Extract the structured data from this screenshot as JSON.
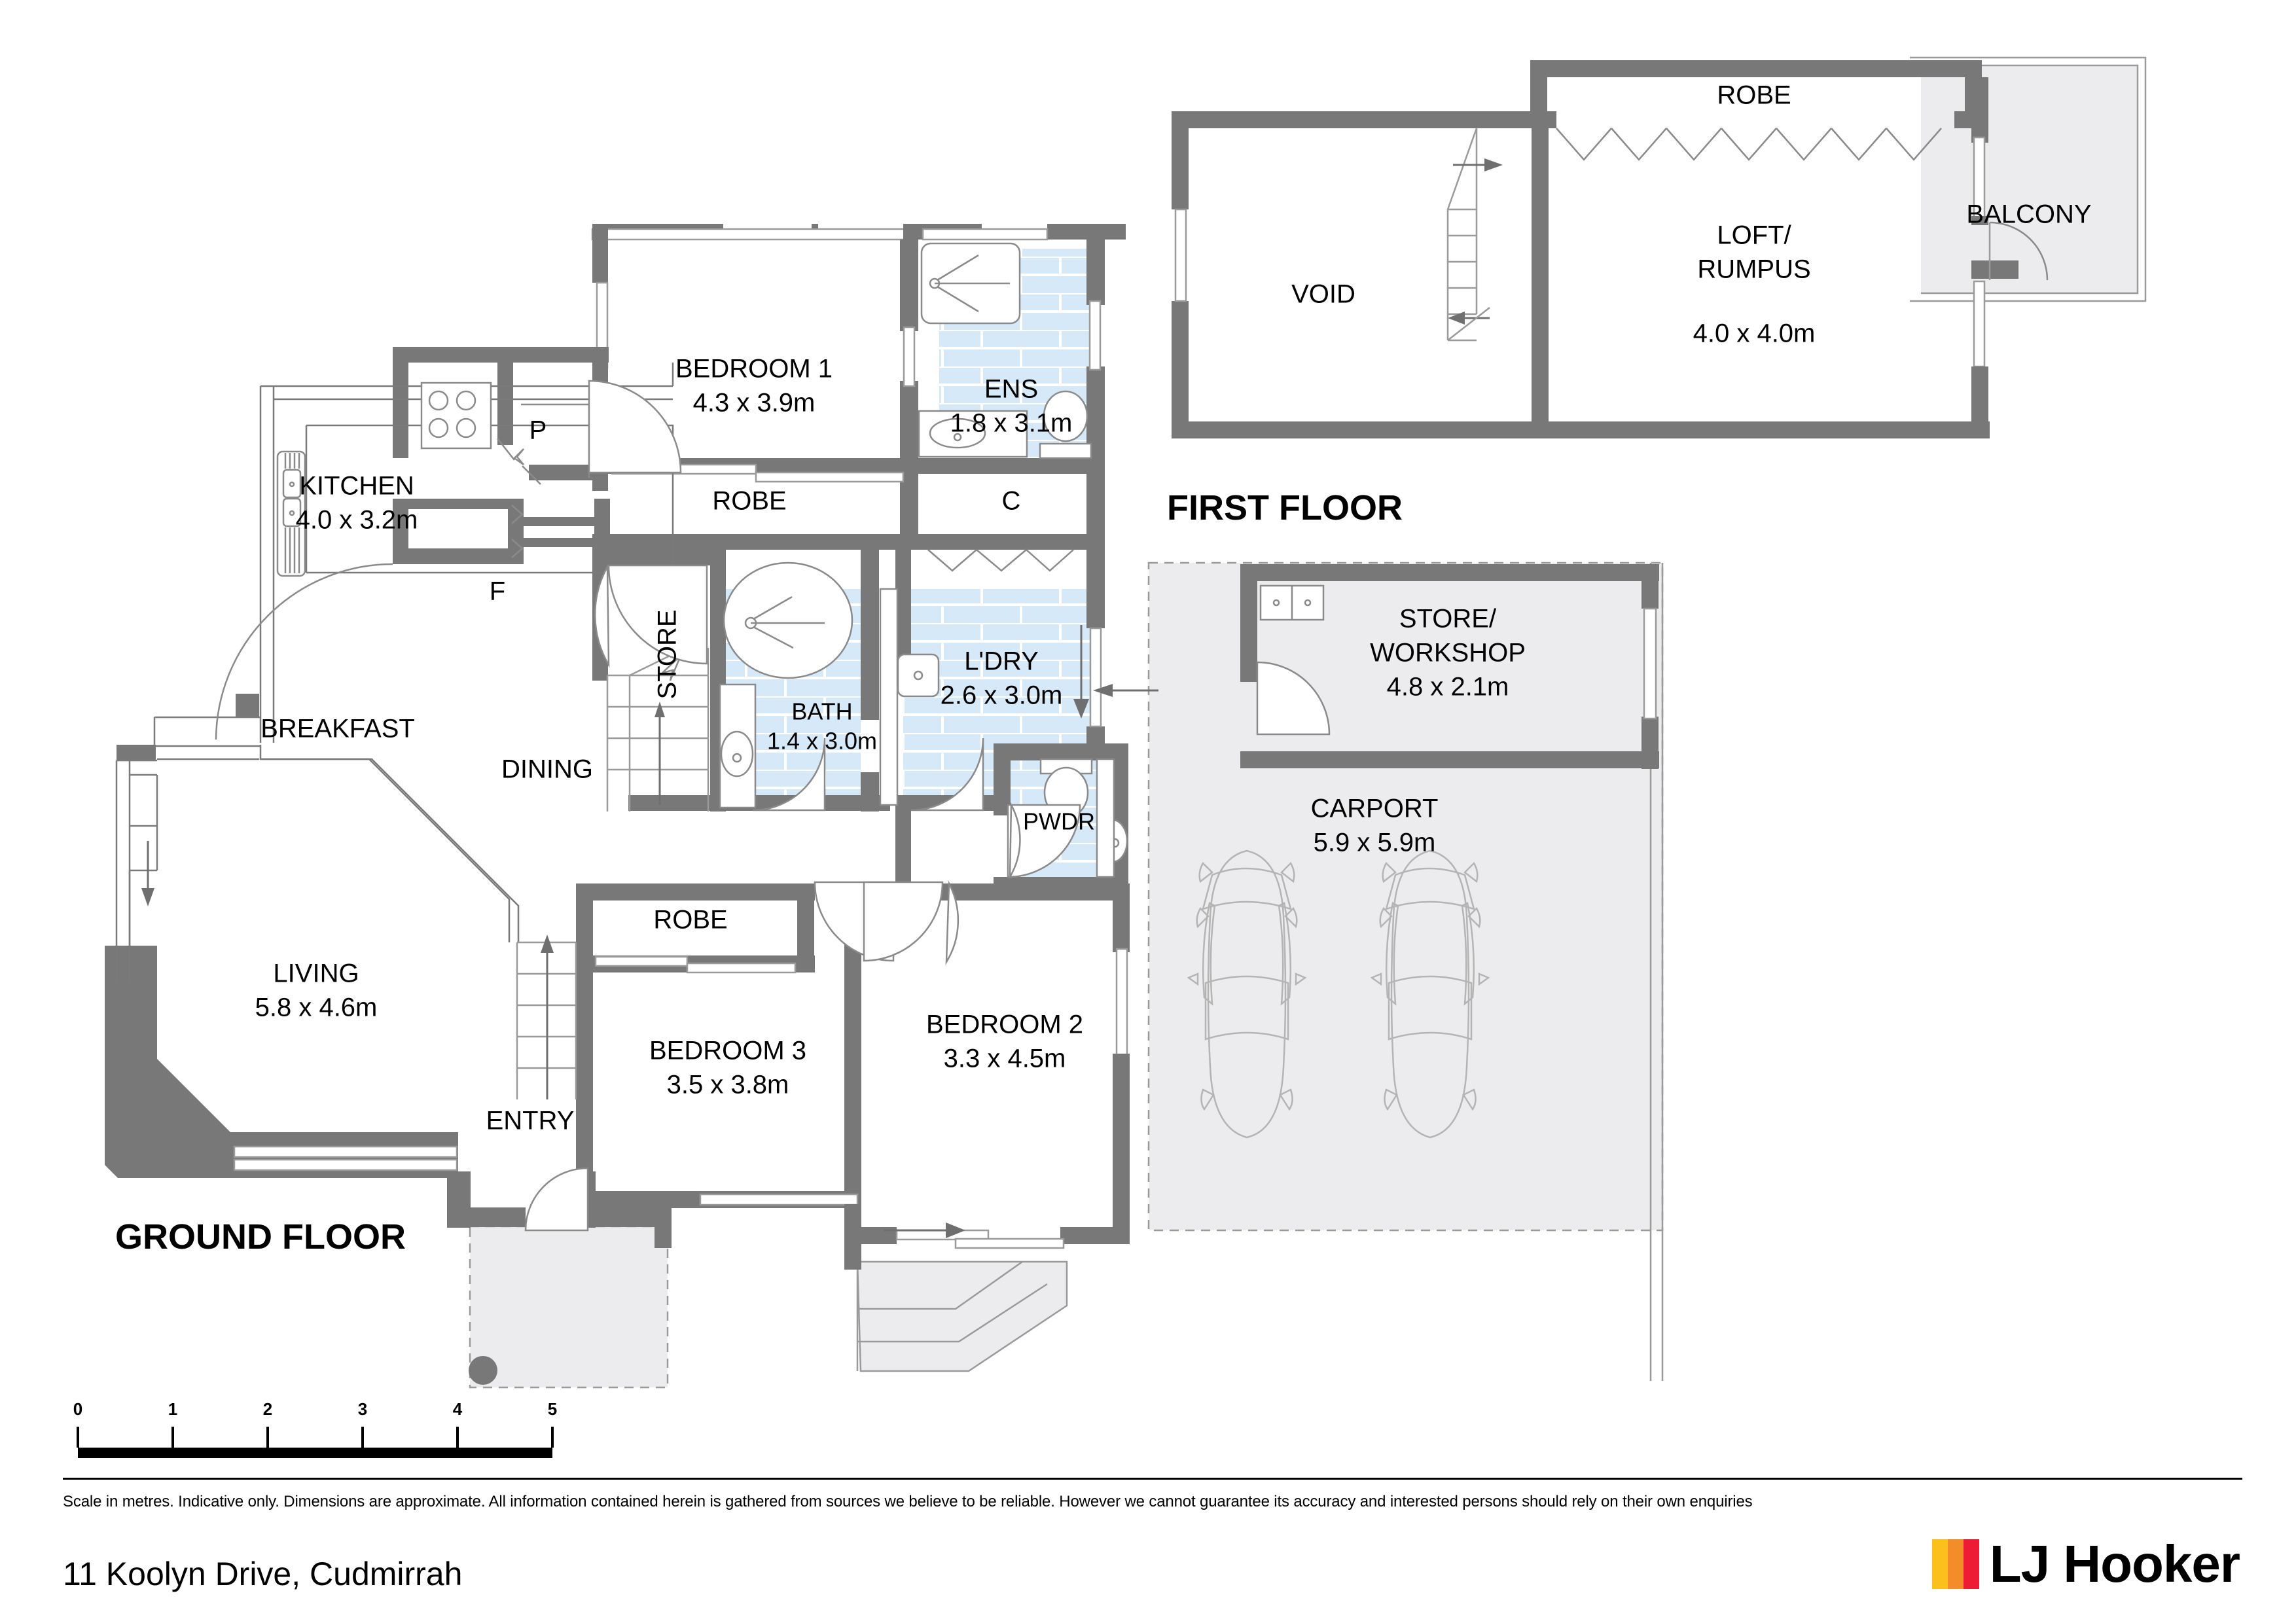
{
  "document": {
    "type": "real-estate-floor-plan",
    "address": "11 Koolyn Drive, Cudmirrah",
    "disclaimer": "Scale in metres. Indicative only. Dimensions are approximate. All information contained herein is gathered from sources we believe to be reliable. However we cannot guarantee its accuracy and interested persons should rely on their own enquiries",
    "brand": {
      "name": "LJ Hooker",
      "bar_colors": [
        "#FCC01C",
        "#F28D2A",
        "#ED1B34"
      ]
    }
  },
  "scale_bar": {
    "unit": "metres",
    "ticks": [
      "0",
      "1",
      "2",
      "3",
      "4",
      "5"
    ]
  },
  "floors": [
    {
      "id": "ground",
      "label": "GROUND FLOOR",
      "rooms": [
        {
          "id": "kitchen",
          "name": "KITCHEN",
          "dimensions": "4.0 x 3.2m"
        },
        {
          "id": "pantry",
          "name": "P",
          "dimensions": ""
        },
        {
          "id": "fridge",
          "name": "F",
          "dimensions": ""
        },
        {
          "id": "breakfast",
          "name": "BREAKFAST",
          "dimensions": ""
        },
        {
          "id": "dining",
          "name": "DINING",
          "dimensions": ""
        },
        {
          "id": "living",
          "name": "LIVING",
          "dimensions": "5.8 x 4.6m"
        },
        {
          "id": "entry",
          "name": "ENTRY",
          "dimensions": ""
        },
        {
          "id": "bedroom1",
          "name": "BEDROOM 1",
          "dimensions": "4.3 x 3.9m"
        },
        {
          "id": "bedroom2",
          "name": "BEDROOM 2",
          "dimensions": "3.3 x 4.5m"
        },
        {
          "id": "bedroom3",
          "name": "BEDROOM 3",
          "dimensions": "3.5 x 3.8m"
        },
        {
          "id": "ens",
          "name": "ENS",
          "dimensions": "1.8 x 3.1m"
        },
        {
          "id": "bath",
          "name": "BATH",
          "dimensions": "1.4 x 3.0m"
        },
        {
          "id": "ldry",
          "name": "L'DRY",
          "dimensions": "2.6 x 3.0m"
        },
        {
          "id": "pwdr",
          "name": "PWDR",
          "dimensions": ""
        },
        {
          "id": "robe1",
          "name": "ROBE",
          "dimensions": ""
        },
        {
          "id": "robe3",
          "name": "ROBE",
          "dimensions": ""
        },
        {
          "id": "cupboard",
          "name": "C",
          "dimensions": ""
        },
        {
          "id": "store",
          "name": "STORE",
          "dimensions": ""
        },
        {
          "id": "workshop",
          "name": "STORE/",
          "name2": "WORKSHOP",
          "dimensions": "4.8 x 2.1m"
        },
        {
          "id": "carport",
          "name": "CARPORT",
          "dimensions": "5.9 x 5.9m"
        }
      ]
    },
    {
      "id": "first",
      "label": "FIRST FLOOR",
      "rooms": [
        {
          "id": "void",
          "name": "VOID",
          "dimensions": ""
        },
        {
          "id": "robeff",
          "name": "ROBE",
          "dimensions": ""
        },
        {
          "id": "loft",
          "name": "LOFT/",
          "name2": "RUMPUS",
          "dimensions": "4.0 x 4.0m"
        },
        {
          "id": "balcony",
          "name": "BALCONY",
          "dimensions": ""
        }
      ]
    }
  ],
  "colors": {
    "wall": "#787878",
    "tile": "#d6e9f8",
    "gray_floor": "#ececee",
    "text": "#000000"
  }
}
